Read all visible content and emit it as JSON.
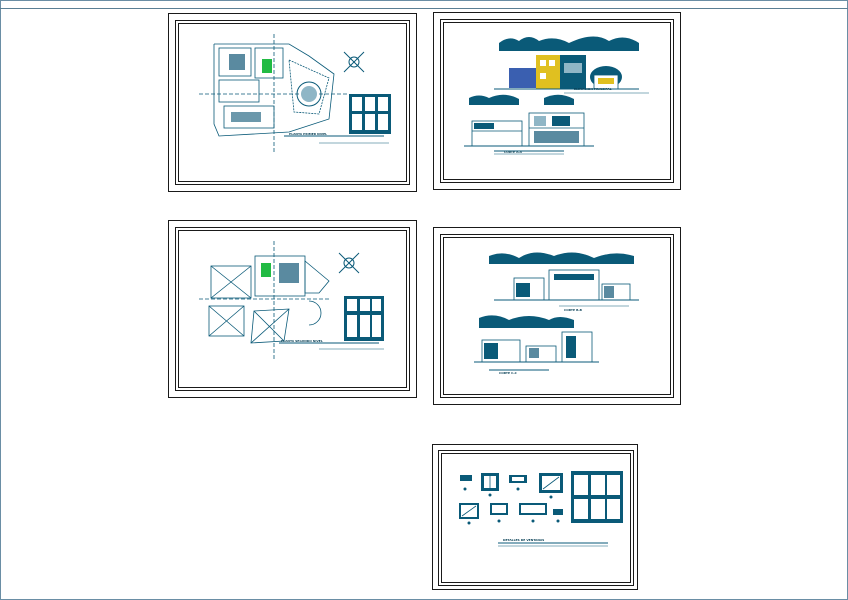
{
  "colors": {
    "background": "#ffffff",
    "ink": "#0a5a78",
    "dark_ink": "#073f55",
    "border": "#1a1a1a",
    "yellow": "#e0c020",
    "green": "#22bb44",
    "blue": "#3a5fb0"
  },
  "sheets": [
    {
      "name": "sheet-planta-primer-nivel",
      "title": "PLANTA PRIMER NIVEL"
    },
    {
      "name": "sheet-elevacion-principal",
      "title": "ELEVACION PRINCIPAL"
    },
    {
      "name": "sheet-planta-segundo-nivel",
      "title": "PLANTA SEGUNDO NIVEL"
    },
    {
      "name": "sheet-elevacion-cortes",
      "title": "CORTE B-B"
    },
    {
      "name": "sheet-detalles-ventanas",
      "title": "DETALLES DE VENTANAS"
    }
  ],
  "labels": {
    "corte_a": "CORTE A-A",
    "corte_b": "CORTE B-B",
    "corte_c": "CORTE C-C"
  }
}
